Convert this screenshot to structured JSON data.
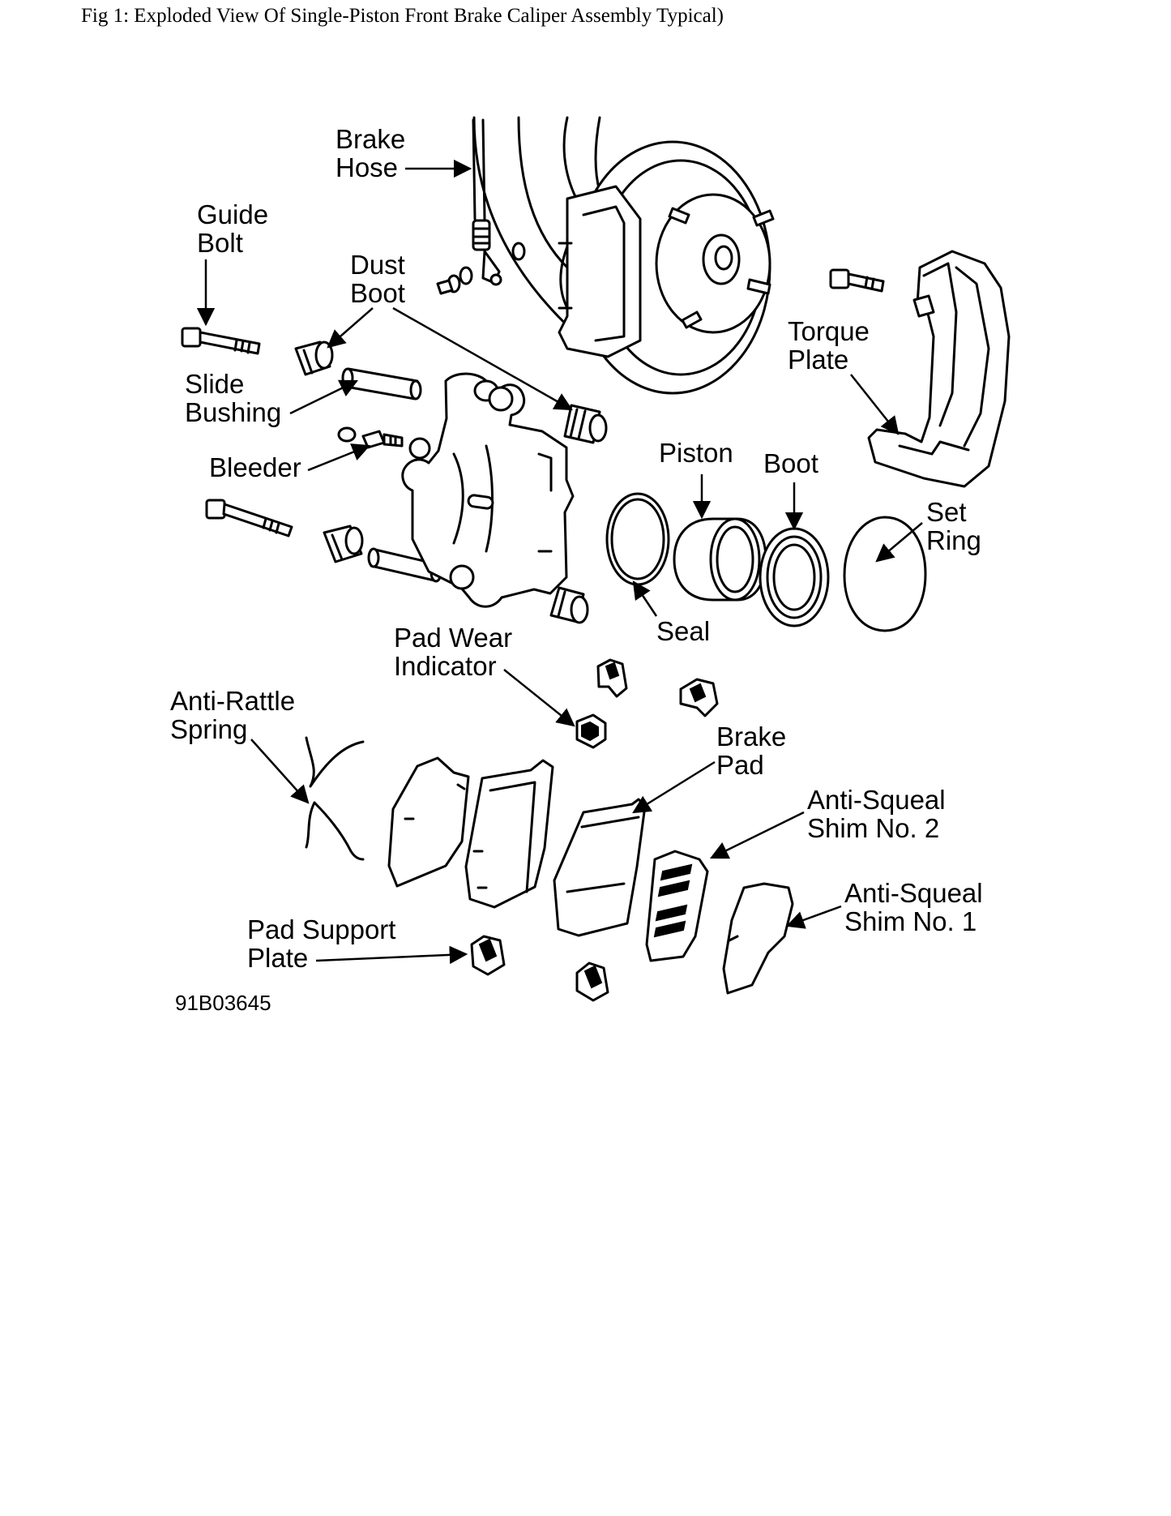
{
  "caption": "Fig 1: Exploded View Of Single-Piston Front Brake Caliper Assembly Typical)",
  "figure_code": "91B03645",
  "labels": {
    "brake_hose": [
      "Brake",
      "Hose"
    ],
    "guide_bolt": [
      "Guide",
      "Bolt"
    ],
    "dust_boot": [
      "Dust",
      "Boot"
    ],
    "torque_plate": [
      "Torque",
      "Plate"
    ],
    "slide_bushing": [
      "Slide",
      "Bushing"
    ],
    "bleeder": "Bleeder",
    "piston": "Piston",
    "boot": "Boot",
    "set_ring": [
      "Set",
      "Ring"
    ],
    "seal": "Seal",
    "pad_wear_indicator": [
      "Pad Wear",
      "Indicator"
    ],
    "anti_rattle_spring": [
      "Anti-Rattle",
      "Spring"
    ],
    "brake_pad": [
      "Brake",
      "Pad"
    ],
    "anti_squeal_shim_2": [
      "Anti-Squeal",
      "Shim No. 2"
    ],
    "anti_squeal_shim_1": [
      "Anti-Squeal",
      "Shim No. 1"
    ],
    "pad_support_plate": [
      "Pad Support",
      "Plate"
    ]
  }
}
